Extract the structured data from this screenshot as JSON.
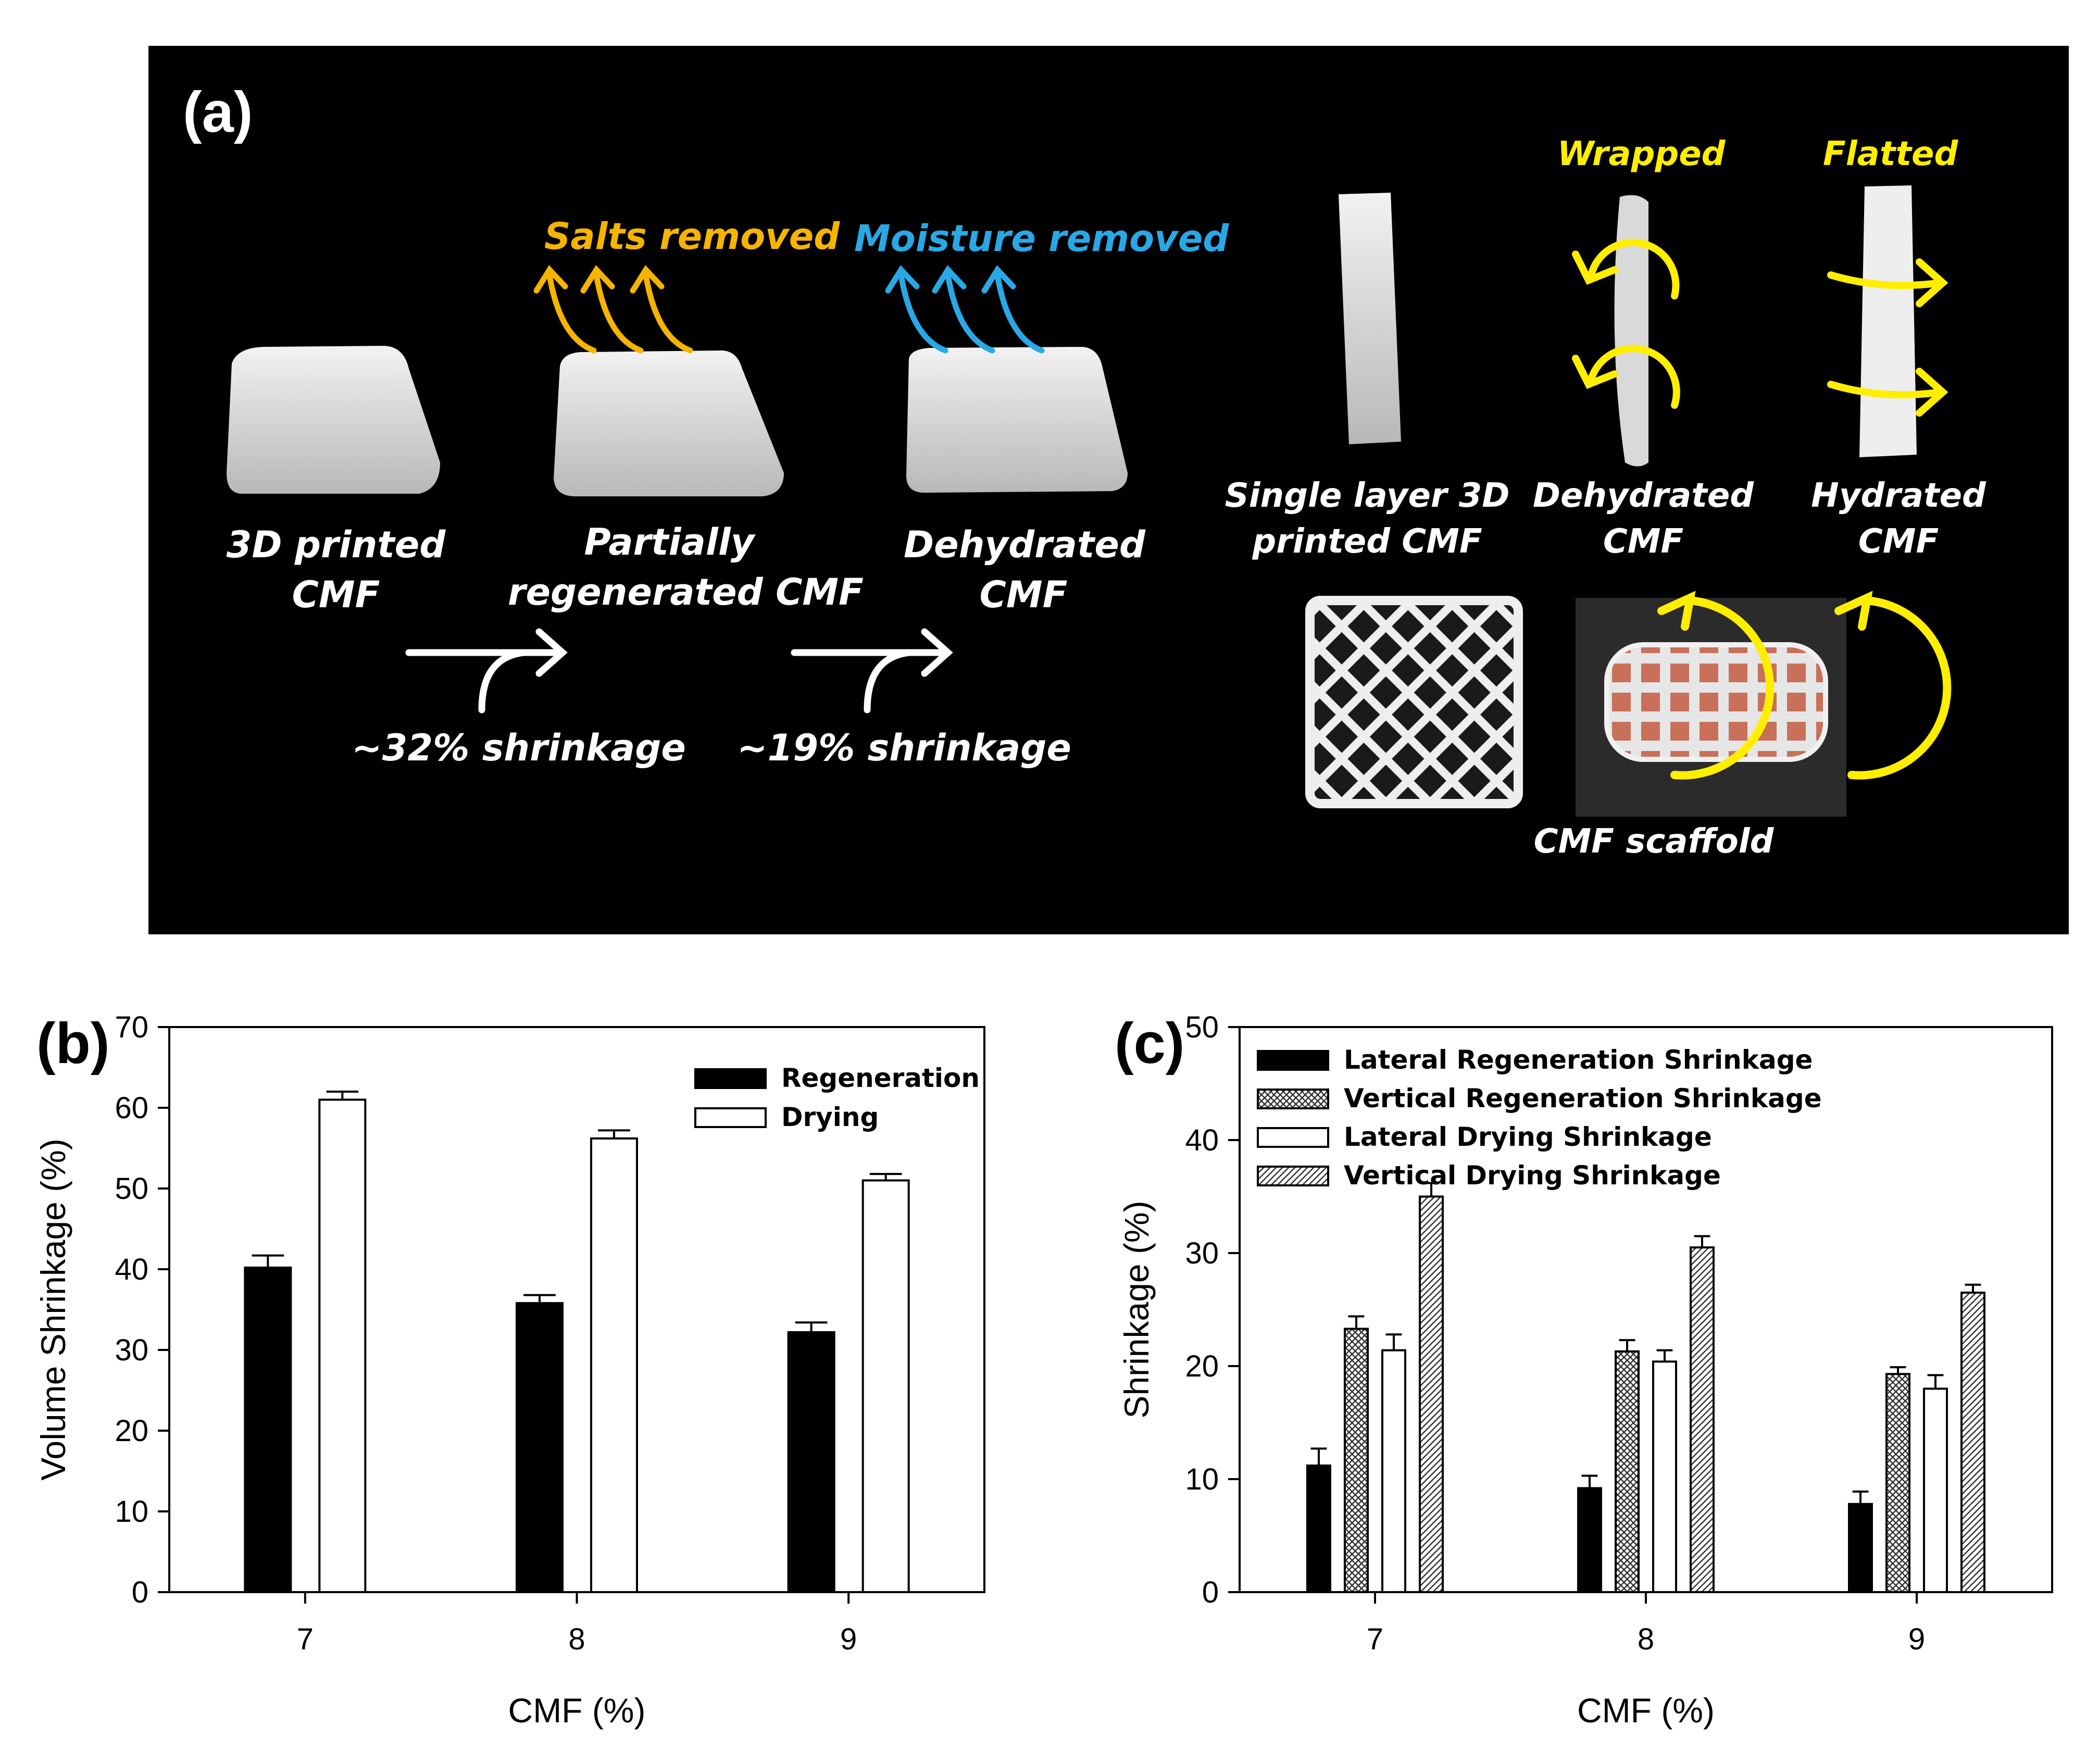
{
  "panel_a": {
    "letter": "(a)",
    "salts_label": "Salts removed",
    "moisture_label": "Moisture removed",
    "wrapped_label": "Wrapped",
    "flatted_label": "Flatted",
    "sample1": [
      "3D printed",
      "CMF"
    ],
    "sample2": [
      "Partially",
      "regenerated CMF"
    ],
    "sample3": [
      "Dehydrated",
      "CMF"
    ],
    "shrink1": "~32% shrinkage",
    "shrink2": "~19% shrinkage",
    "single_layer": [
      "Single layer 3D",
      "printed CMF"
    ],
    "dehydrated": [
      "Dehydrated",
      "CMF"
    ],
    "hydrated": [
      "Hydrated",
      "CMF"
    ],
    "scaffold": "CMF scaffold",
    "colors": {
      "salts": "#f5b400",
      "moisture": "#29a8e6",
      "yellow": "#ffee00"
    }
  },
  "panel_b_letter": "(b)",
  "panel_c_letter": "(c)",
  "chart_data": [
    {
      "type": "bar",
      "categories": [
        "7",
        "8",
        "9"
      ],
      "xlabel": "CMF (%)",
      "ylabel": "Volume Shrinkage (%)",
      "ylim": [
        0,
        70
      ],
      "yticks": [
        "0",
        "10",
        "20",
        "30",
        "40",
        "50",
        "60",
        "70"
      ],
      "legend_position": "top-right",
      "series": [
        {
          "name": "Regeneration",
          "values": [
            40.2,
            35.8,
            32.2
          ],
          "errors": [
            1.5,
            1.0,
            1.2
          ],
          "fill": "#000000"
        },
        {
          "name": "Drying",
          "values": [
            61.0,
            56.2,
            51.0
          ],
          "errors": [
            1.0,
            1.0,
            0.8
          ],
          "fill": "#ffffff"
        }
      ]
    },
    {
      "type": "bar",
      "categories": [
        "7",
        "8",
        "9"
      ],
      "xlabel": "CMF (%)",
      "ylabel": "Shrinkage (%)",
      "ylim": [
        0,
        50
      ],
      "yticks": [
        "0",
        "10",
        "20",
        "30",
        "40",
        "50"
      ],
      "legend_position": "top-left",
      "series": [
        {
          "name": "Lateral Regeneration Shrinkage",
          "values": [
            11.2,
            9.2,
            7.8
          ],
          "errors": [
            1.5,
            1.1,
            1.1
          ],
          "fill": "#000000"
        },
        {
          "name": "Vertical Regeneration Shrinkage",
          "values": [
            23.3,
            21.3,
            19.3
          ],
          "errors": [
            1.1,
            1.0,
            0.6
          ],
          "fill": "crosshatch"
        },
        {
          "name": "Lateral Drying Shrinkage",
          "values": [
            21.4,
            20.4,
            18.0
          ],
          "errors": [
            1.4,
            1.0,
            1.2
          ],
          "fill": "#ffffff"
        },
        {
          "name": "Vertical Drying Shrinkage",
          "values": [
            35.0,
            30.5,
            26.5
          ],
          "errors": [
            1.2,
            1.0,
            0.7
          ],
          "fill": "diagonal"
        }
      ]
    }
  ]
}
